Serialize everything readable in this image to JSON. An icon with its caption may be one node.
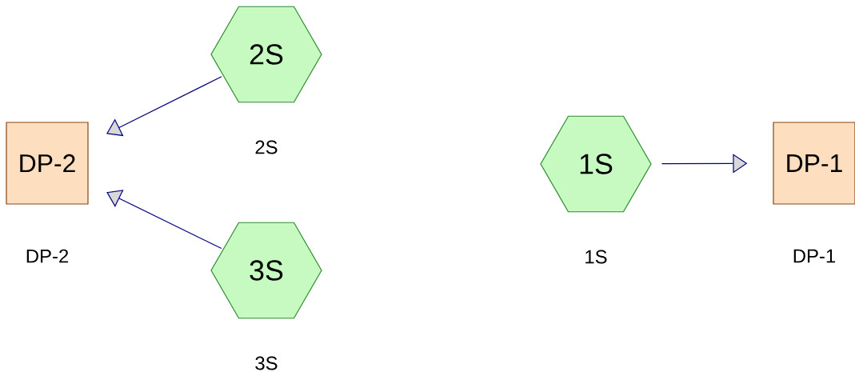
{
  "diagram": {
    "nodes": [
      {
        "text": [
          "DP-2"
        ],
        "beside": [
          "DP-2"
        ]
      },
      {
        "text": [
          "2S"
        ],
        "beside": [
          "2S"
        ]
      },
      {
        "text": [
          "3S"
        ],
        "beside": [
          "3S"
        ]
      },
      {
        "text": [
          "1S"
        ],
        "beside": [
          "1S"
        ]
      },
      {
        "text": [
          "DP-1"
        ],
        "beside": [
          "DP-1"
        ]
      }
    ],
    "edges": [
      {
        "from": 1,
        "to": 0,
        "arrow": "to"
      },
      {
        "from": 2,
        "to": 0,
        "arrow": "to"
      },
      {
        "from": 3,
        "to": 4,
        "arrow": "to"
      }
    ]
  }
}
